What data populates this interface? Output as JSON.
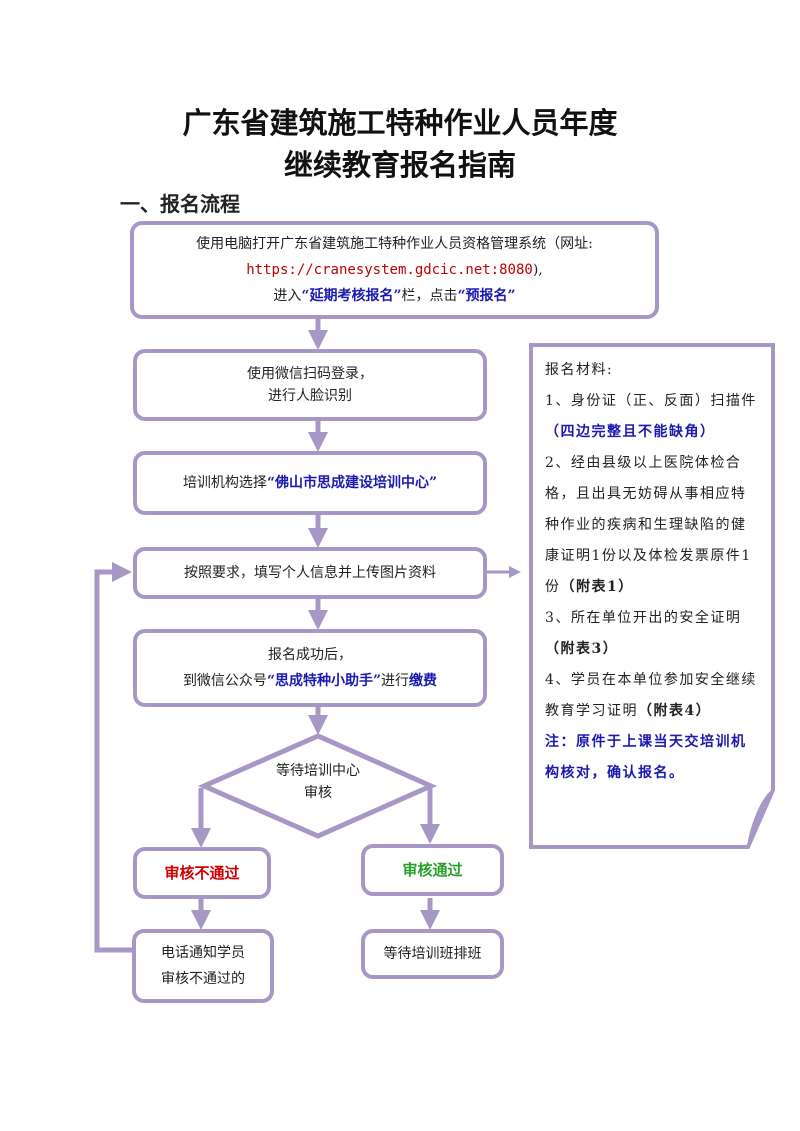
{
  "title": {
    "line1": "广东省建筑施工特种作业人员年度",
    "line2": "继续教育报名指南"
  },
  "section": "一、报名流程",
  "steps": {
    "s1": {
      "t1": "使用电脑打开广东省建筑施工特种作业人员资格管理系统（网址:",
      "url": "https://cranesystem.gdcic.net:8080",
      "t2": "),",
      "t3": "进入",
      "q1": "“延期考核报名”",
      "t4": "栏，点击",
      "q2": "“预报名”"
    },
    "s2": {
      "l1": "使用微信扫码登录，",
      "l2": "进行人脸识别"
    },
    "s3": {
      "t1": "培训机构选择",
      "q": "“佛山市思成建设培训中心”"
    },
    "s4": {
      "t1": "按照要求，填写个人信息并上传图片资料"
    },
    "s5": {
      "l1": "报名成功后，",
      "t1": "到微信公众号",
      "q": "“思成特种小助手”",
      "t2": "进行",
      "pay": "缴费"
    },
    "decision": {
      "l1": "等待培训中心",
      "l2": "审核"
    },
    "fail": "审核不通过",
    "pass": "审核通过",
    "notify": {
      "l1": "电话通知学员",
      "l2": "审核不通过的"
    },
    "wait": "等待培训班排班"
  },
  "materials": {
    "heading": "报名材料:",
    "i1": "1、身份证（正、反面）扫描件",
    "i1_note": "（四边完整且不能缺角）",
    "i2": "2、经由县级以上医院体检合格，且出具无妨碍从事相应特种作业的疾病和生理缺陷的健康证明1份以及体检发票原件1份",
    "i2_ref": "（附表1）",
    "i3": "3、所在单位开出的安全证明",
    "i3_ref": "（附表3）",
    "i4": "4、学员在本单位参加安全继续教育学习证明",
    "i4_ref": "（附表4）",
    "note": "注：原件于上课当天交培训机构核对，确认报名。"
  },
  "colors": {
    "border": "#a797c6",
    "red": "#d00000",
    "blue": "#1a1ab0",
    "green": "#2aa02a"
  }
}
